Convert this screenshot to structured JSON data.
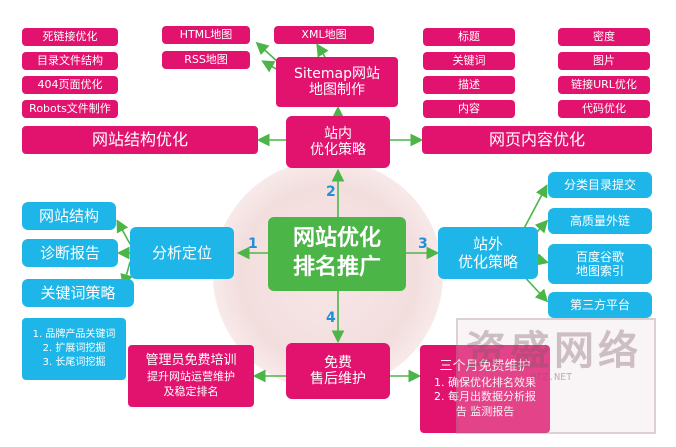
{
  "center": {
    "line1": "网站优化",
    "line2": "排名推广"
  },
  "numbers": {
    "n1": "1",
    "n2": "2",
    "n3": "3",
    "n4": "4"
  },
  "top": {
    "hub": {
      "line1": "站内",
      "line2": "优化策略"
    },
    "sitemap": {
      "line1": "Sitemap网站",
      "line2": "地图制作"
    },
    "html_map": "HTML地图",
    "rss_map": "RSS地图",
    "xml_map": "XML地图",
    "structure_title": "网站结构优化",
    "structure_items": [
      "死链接优化",
      "目录文件结构",
      "404页面优化",
      "Robots文件制作"
    ],
    "content_title": "网页内容优化",
    "content_left_items": [
      "标题",
      "关键词",
      "描述",
      "内容"
    ],
    "content_right_items": [
      "密度",
      "图片",
      "链接URL优化",
      "代码优化"
    ]
  },
  "left": {
    "hub": "分析定位",
    "items": [
      "网站结构",
      "诊断报告",
      "关键词策略"
    ],
    "keyword_sub": [
      "1. 品牌产品关键词",
      "2. 扩展词挖掘",
      "3. 长尾词挖掘"
    ]
  },
  "right": {
    "hub": {
      "line1": "站外",
      "line2": "优化策略"
    },
    "items": [
      "分类目录提交",
      "高质量外链",
      "百度谷歌\n地图索引",
      "第三方平台"
    ]
  },
  "bottom": {
    "hub": {
      "line1": "免费",
      "line2": "售后维护"
    },
    "training": {
      "line1": "管理员免费培训",
      "line2": "提升网站运营维护",
      "line3": "及稳定排名"
    },
    "monthly": {
      "title": "三个月免费维护",
      "items": [
        "1. 确保优化排名效果",
        "2. 每月出数据分析报",
        "告  监测报告"
      ]
    }
  },
  "watermark": {
    "text": "资盛网络",
    "url": "OTZ.NET"
  },
  "colors": {
    "pink": "#e2136e",
    "blue": "#1eb6e8",
    "green": "#4cb548",
    "arrow": "#4cb548"
  }
}
